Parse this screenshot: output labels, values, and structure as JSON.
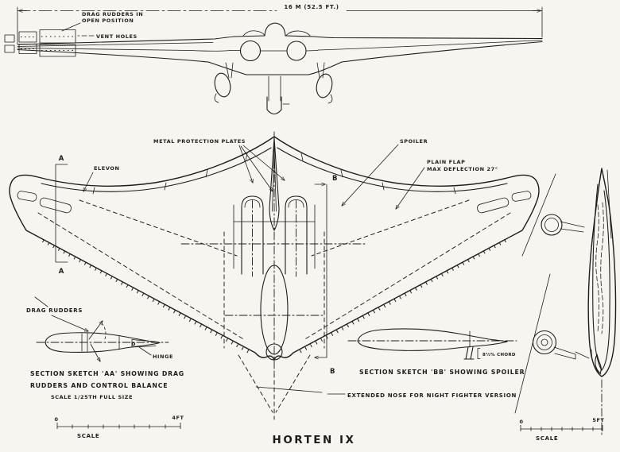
{
  "title": "HORTEN IX",
  "colors": {
    "paper": "#f6f5f0",
    "ink": "#1d1d1b"
  },
  "front_view": {
    "span_dimension": "16 M (52.5 FT.)",
    "drag_rudders_label_1": "DRAG RUDDERS IN",
    "drag_rudders_label_2": "OPEN POSITION",
    "vent_holes_label": "VENT HOLES"
  },
  "plan_view": {
    "metal_protection_plates_label": "METAL PROTECTION PLATES",
    "spoiler_label": "SPOILER",
    "elevon_label": "ELEVON",
    "plain_flap_label_1": "PLAIN FLAP",
    "plain_flap_label_2": "MAX DEFLECTION 27°",
    "extended_nose_label": "EXTENDED NOSE FOR NIGHT FIGHTER VERSION",
    "section_a_marker": "A",
    "section_b_marker": "B"
  },
  "section_aa": {
    "drag_rudders_label": "DRAG RUDDERS",
    "hinge_label": "HINGE",
    "caption_line_1": "SECTION SKETCH 'AA' SHOWING DRAG",
    "caption_line_2": "RUDDERS AND CONTROL BALANCE",
    "caption_line_3": "SCALE 1/25TH FULL SIZE"
  },
  "section_bb": {
    "marker": "B",
    "chord_label": "8½% CHORD",
    "caption": "SECTION SKETCH 'BB' SHOWING SPOILER"
  },
  "scale_bar_left": {
    "zero": "0",
    "max": "4FT",
    "label": "SCALE"
  },
  "scale_bar_right": {
    "zero": "0",
    "max": "5FT",
    "label": "SCALE"
  }
}
